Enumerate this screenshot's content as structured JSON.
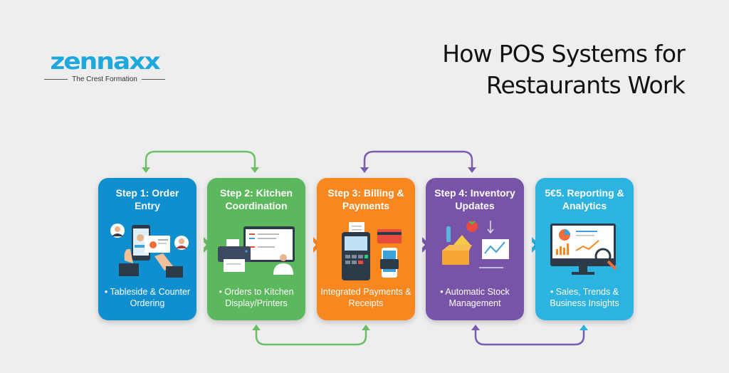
{
  "logo": {
    "word": "zennaxx",
    "tagline": "The Crest Formation",
    "color": "#1fa8dc"
  },
  "title": {
    "line1": "How POS Systems for",
    "line2": "Restaurants Work"
  },
  "steps": [
    {
      "heading": "Step 1: Order Entry",
      "description": "• Tableside & Counter Ordering",
      "icon": "phone-order-icon",
      "color": "#0f8fd0"
    },
    {
      "heading": "Step 2: Kitchen Coordination",
      "description": "• Orders to Kitchen Display/Printers",
      "icon": "kitchen-display-printer-icon",
      "color": "#5cb85c"
    },
    {
      "heading": "Step 3: Billing & Payments",
      "description": "Integrated Payments & Receipts",
      "icon": "pos-terminal-payment-icon",
      "color": "#f7871e"
    },
    {
      "heading": "Step 4: Inventory Updates",
      "description": "• Automatic Stock Management",
      "icon": "inventory-stock-icon",
      "color": "#7754a8"
    },
    {
      "heading": "5€5. Reporting & Analytics",
      "description": "• Sales, Trends & Business Insights",
      "icon": "analytics-monitor-icon",
      "color": "#2cb3e0"
    }
  ],
  "connectors": {
    "top": [
      {
        "from": 1,
        "to": 2,
        "color": "#6bbf66"
      },
      {
        "from": 3,
        "to": 4,
        "color": "#7a5bb0"
      }
    ],
    "bottom": [
      {
        "from": 2,
        "to": 3,
        "color": "#6bbf66"
      },
      {
        "from": 4,
        "to": 5,
        "color": "#7a5bb0",
        "end_color": "#2cb3e0"
      }
    ]
  }
}
